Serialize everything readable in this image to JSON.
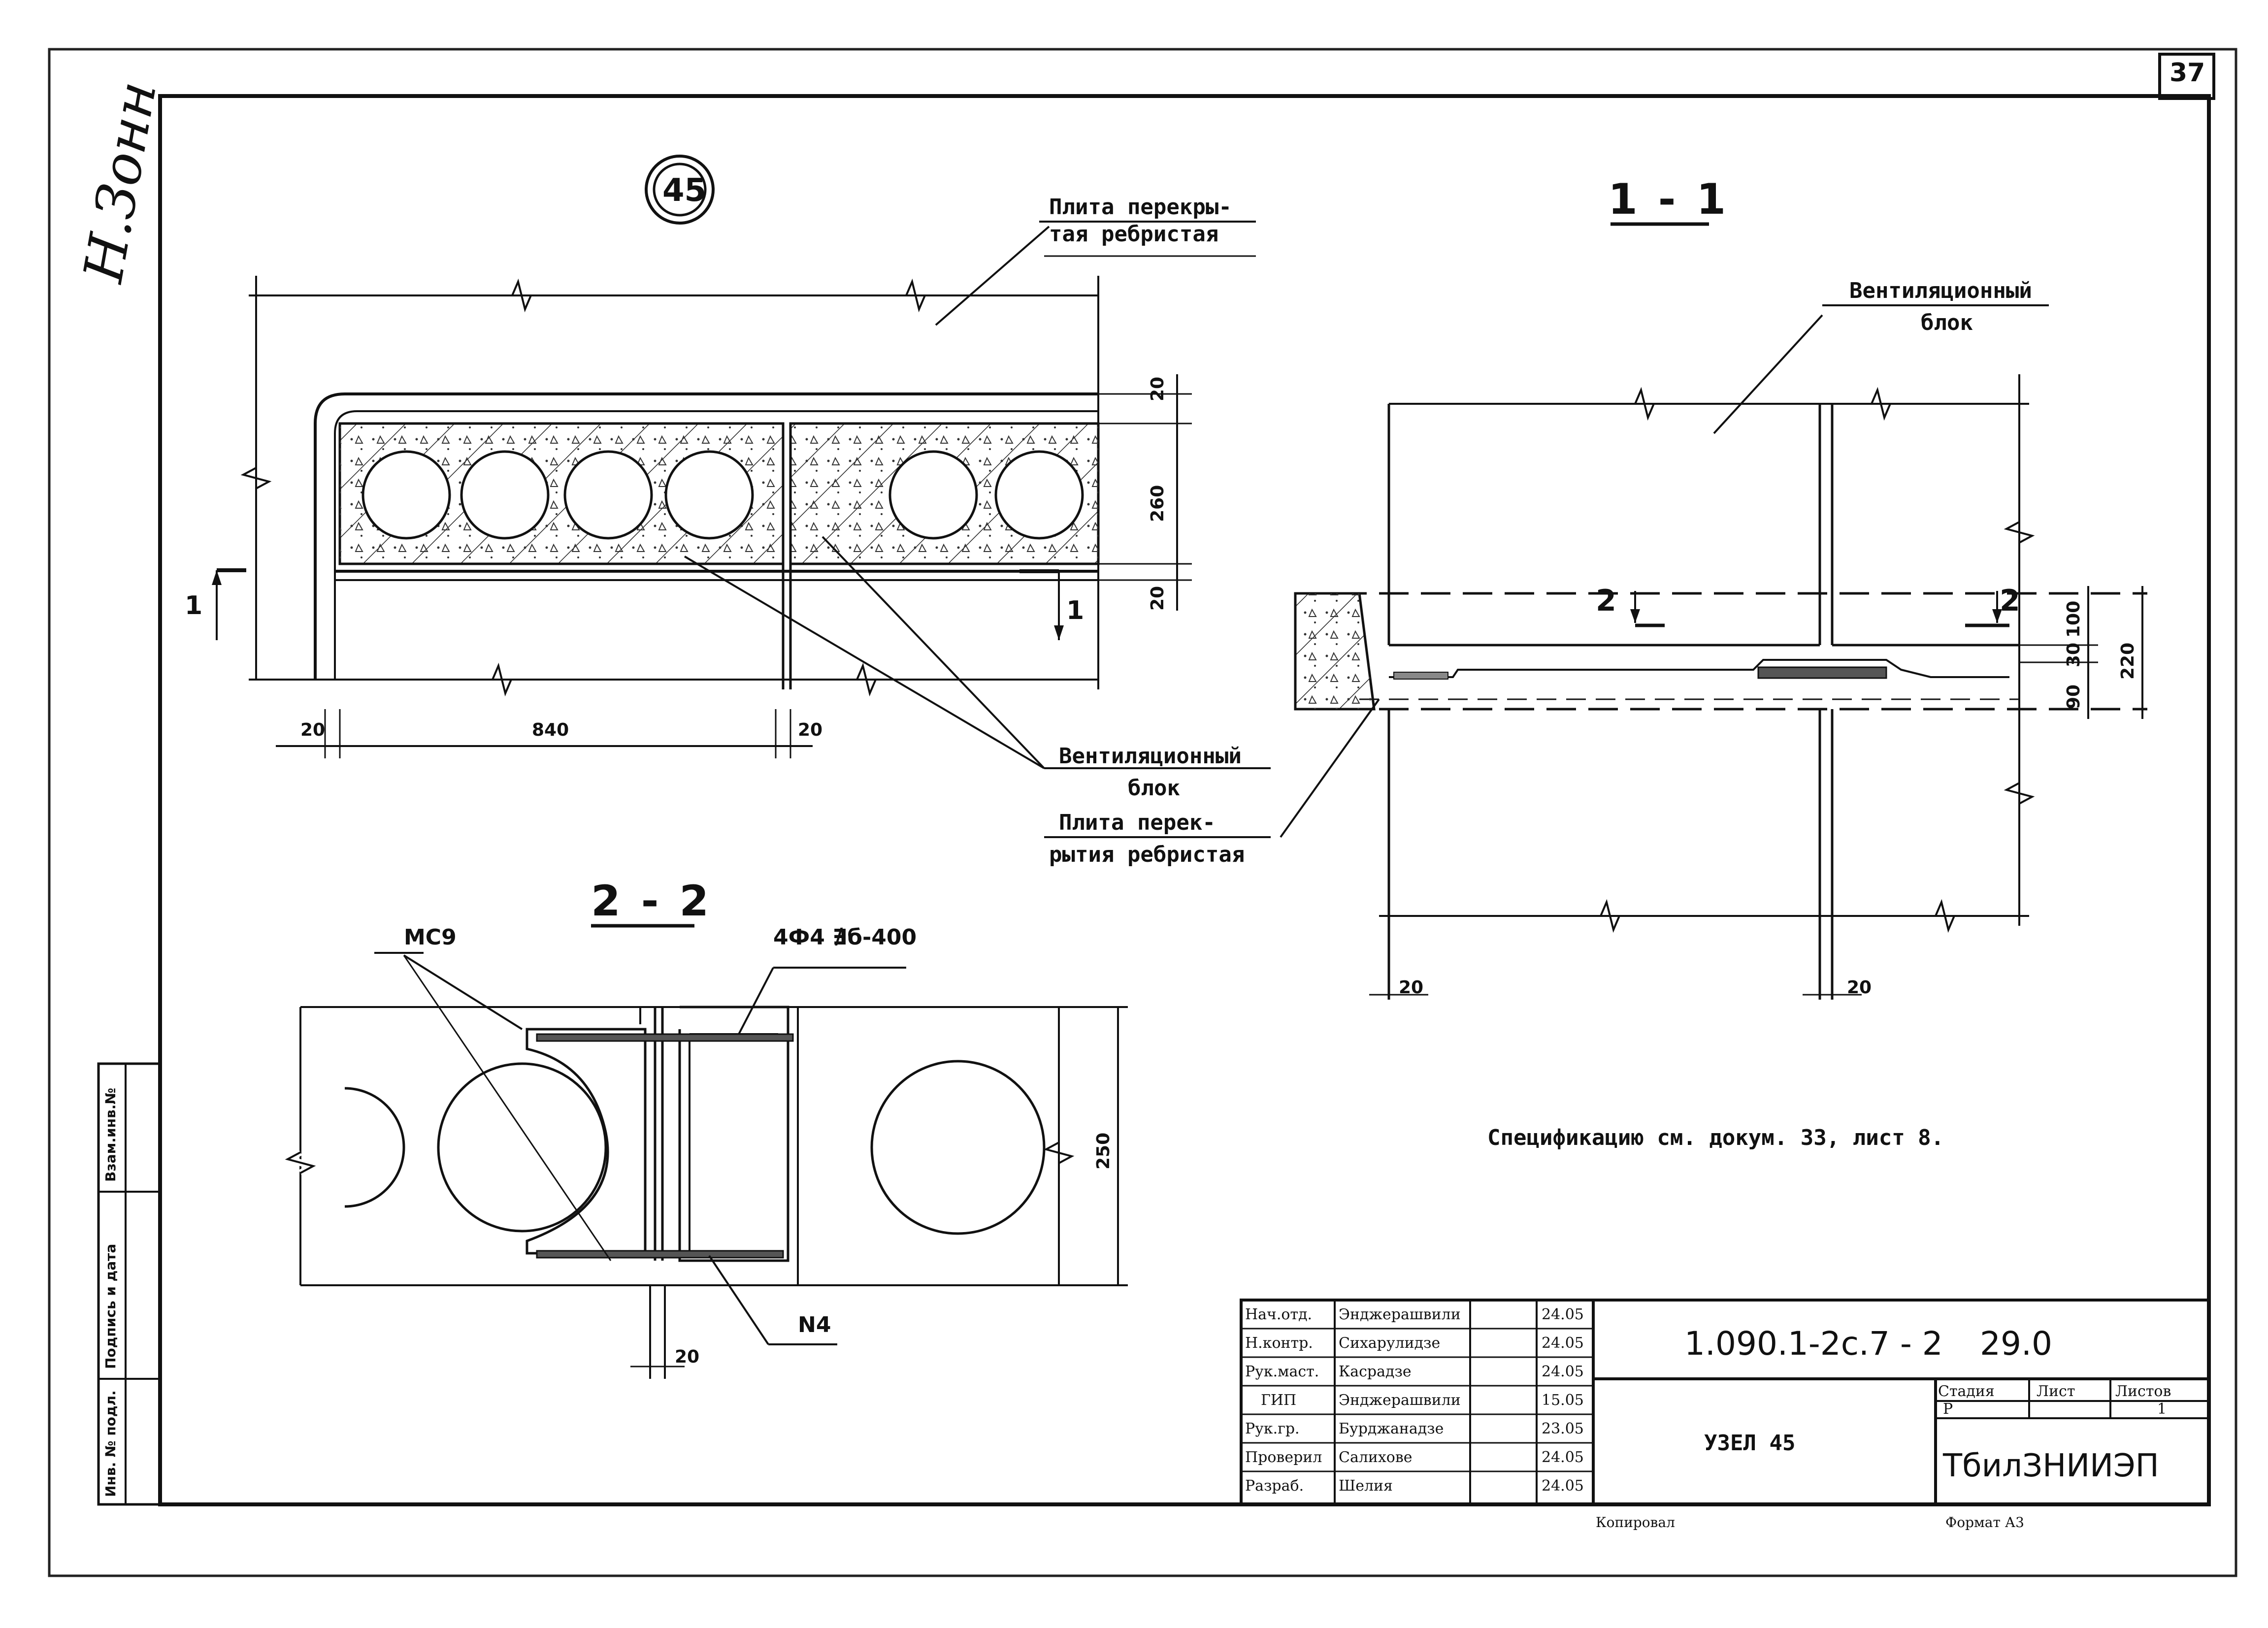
{
  "sheet_number": "37",
  "node_marker": "45",
  "handwritten_note": "Н.Зонн",
  "section_1_title": "1 - 1",
  "section_2_title": "2 - 2",
  "plan_labels": {
    "slab_top": [
      "Плита перекры-",
      "тая ребристая"
    ],
    "vent_block": [
      "Вентиляционный",
      "блок"
    ],
    "slab_bottom": [
      "Плита перек-",
      "рытия ребристая"
    ],
    "cut_mark": "1"
  },
  "plan_dimensions": {
    "left_edge": "20",
    "width": "840",
    "mid_gap": "20",
    "top_layer": "20",
    "block_height": "260",
    "bottom_layer": "20"
  },
  "section1_labels": {
    "vent_block": [
      "Вентиляционный",
      "блок"
    ],
    "cut_mark": "2",
    "dim_100": "100",
    "dim_30": "30",
    "dim_90": "90",
    "dim_220": "220",
    "left_gap": "20",
    "right_gap": "20"
  },
  "section2_labels": {
    "mc9": "МС9",
    "rebar": "4Ф4 ∄б-400",
    "n4": "N4",
    "height": "250",
    "gap": "20"
  },
  "specification_note": "Спецификацию см. докум. 33, лист 8.",
  "side_stamp": [
    "Инв. № подл.",
    "Подпись и дата",
    "Взам.инв.№"
  ],
  "title_block": {
    "document_code": "1.090.1-2с.7 - 2",
    "code_suffix": "29.0",
    "drawing_name": "УЗЕЛ 45",
    "organization": "ТбилЗНИИЭП",
    "stage_header": [
      "Стадия",
      "Лист",
      "Листов"
    ],
    "stage_values": [
      "Р",
      "",
      "1"
    ],
    "roles": [
      {
        "role": "Нач.отд.",
        "name": "Энджерашвили",
        "date": "24.05"
      },
      {
        "role": "Н.контр.",
        "name": "Сихарулидзе",
        "date": "24.05"
      },
      {
        "role": "Рук.маст.",
        "name": "Касрадзе",
        "date": "24.05"
      },
      {
        "role": "ГИП",
        "name": "Энджерашвили",
        "date": "15.05"
      },
      {
        "role": "Рук.гр.",
        "name": "Бурджанадзе",
        "date": "23.05"
      },
      {
        "role": "Проверил",
        "name": "Салихове",
        "date": "24.05"
      },
      {
        "role": "Разраб.",
        "name": "Шелия",
        "date": "24.05"
      }
    ],
    "copied": "Копировал",
    "format": "Формат А3"
  }
}
